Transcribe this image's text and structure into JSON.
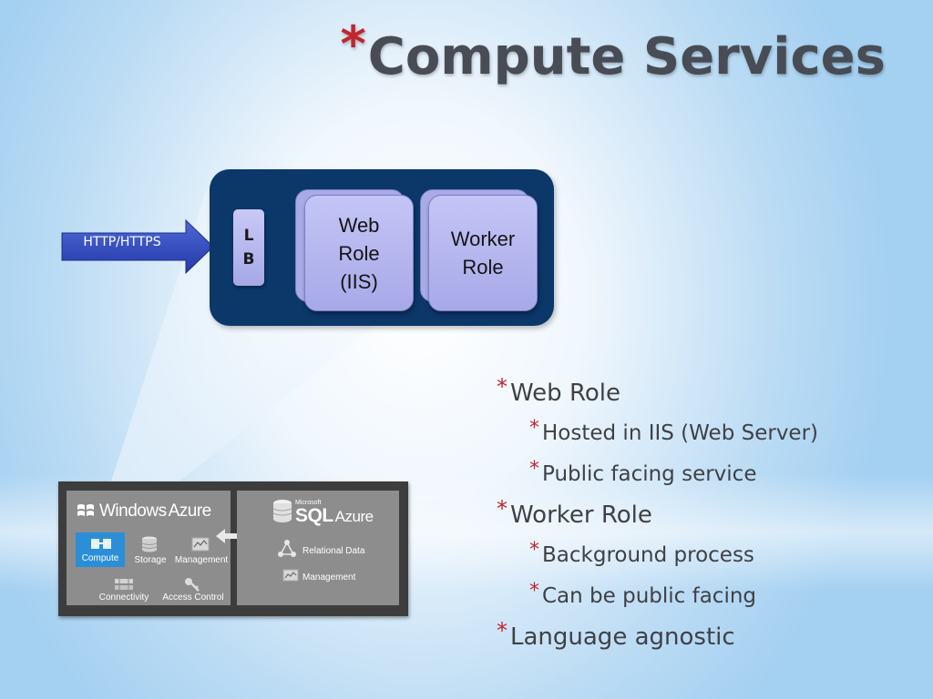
{
  "slide": {
    "title_bullet": "*",
    "title": "Compute Services"
  },
  "diagram": {
    "arrow_label": "HTTP/HTTPS",
    "lb_lines": [
      "L",
      "B"
    ],
    "web_role_lines": [
      "Web",
      "Role",
      "(IIS)"
    ],
    "worker_role_lines": [
      "Worker",
      "Role"
    ]
  },
  "bullets": [
    {
      "level": 1,
      "marker": "*",
      "text": "Web Role"
    },
    {
      "level": 2,
      "marker": "*",
      "text": "Hosted in IIS (Web Server)"
    },
    {
      "level": 2,
      "marker": "*",
      "text": "Public facing service"
    },
    {
      "level": 1,
      "marker": "*",
      "text": "Worker Role"
    },
    {
      "level": 2,
      "marker": "*",
      "text": "Background process"
    },
    {
      "level": 2,
      "marker": "*",
      "text": "Can be public facing"
    },
    {
      "level": 1,
      "marker": "*",
      "text": "Language agnostic"
    }
  ],
  "platform": {
    "windows_azure": {
      "brand_windows": "Windows",
      "brand_azure": "Azure",
      "items": [
        "Compute",
        "Storage",
        "Management",
        "Connectivity",
        "Access Control"
      ]
    },
    "sql_azure": {
      "microsoft": "Microsoft",
      "brand_sql": "SQL",
      "brand_azure": "Azure",
      "items": [
        "Relational Data",
        "Management"
      ]
    }
  },
  "colors": {
    "accent_star": "#c0262c",
    "cloud_box": "#0b3769",
    "role_fill": "#b6b8ef",
    "arrow": "#2c47b8",
    "title_text": "#474c55"
  }
}
